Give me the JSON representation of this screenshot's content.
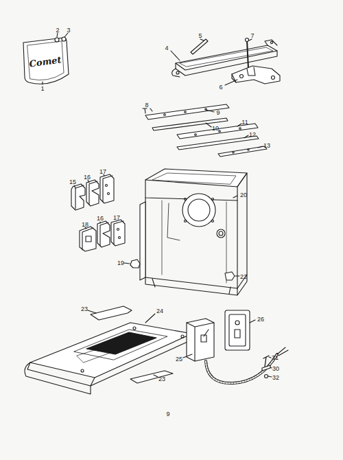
{
  "diagram": {
    "labels": [
      "Comet",
      "1",
      "2",
      "3",
      "4",
      "5",
      "7",
      "6",
      "8",
      "9",
      "10",
      "11",
      "12",
      "13",
      "15",
      "16",
      "17",
      "18",
      "16",
      "17",
      "19",
      "20",
      "22",
      "23",
      "24",
      "23",
      "25",
      "26",
      "31",
      "30",
      "32",
      "9"
    ]
  }
}
